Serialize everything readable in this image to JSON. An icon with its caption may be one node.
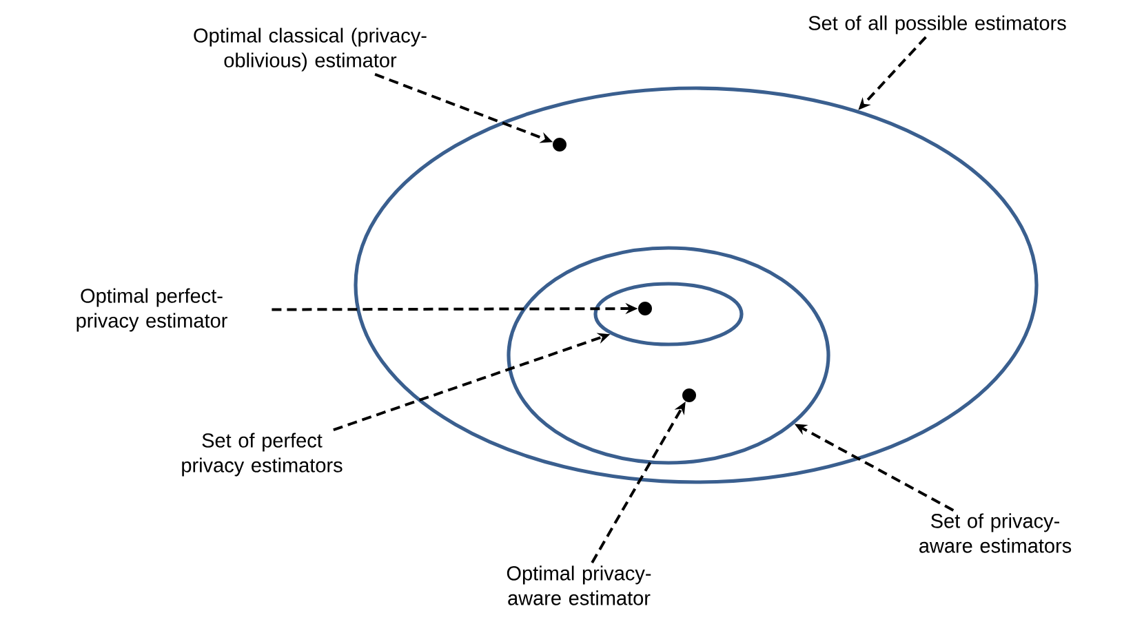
{
  "diagram": {
    "nodes": [
      {
        "text": [],
        "shape": "ellipse"
      },
      {
        "text": [],
        "shape": "ellipse",
        "in": 0
      },
      {
        "text": [],
        "shape": "ellipse",
        "in": 1
      },
      {
        "text": [],
        "shape": "circle",
        "in": 0
      },
      {
        "text": [],
        "shape": "circle",
        "in": 2
      },
      {
        "text": [],
        "shape": "circle",
        "in": 1
      },
      {
        "text": [
          "Optimal classical (privacy-oblivious) estimator"
        ]
      },
      {
        "text": [
          "Set of all possible estimators"
        ]
      },
      {
        "text": [
          "Optimal perfect-privacy estimator"
        ]
      },
      {
        "text": [
          "Set of perfect privacy estimators"
        ]
      },
      {
        "text": [
          "Optimal privacy-aware estimator"
        ]
      },
      {
        "text": [
          "Set of privacy-aware estimators"
        ]
      }
    ],
    "edges": [
      {
        "from": 6,
        "to": 3,
        "arrow": "to",
        "style": "dashed"
      },
      {
        "from": 7,
        "to": 0,
        "arrow": "to",
        "style": "dashed"
      },
      {
        "from": 8,
        "to": 4,
        "arrow": "to",
        "style": "dashed"
      },
      {
        "from": 9,
        "to": 2,
        "arrow": "to",
        "style": "dashed"
      },
      {
        "from": 10,
        "to": 5,
        "arrow": "to",
        "style": "dashed"
      },
      {
        "from": 11,
        "to": 1,
        "arrow": "to",
        "style": "dashed"
      }
    ]
  }
}
